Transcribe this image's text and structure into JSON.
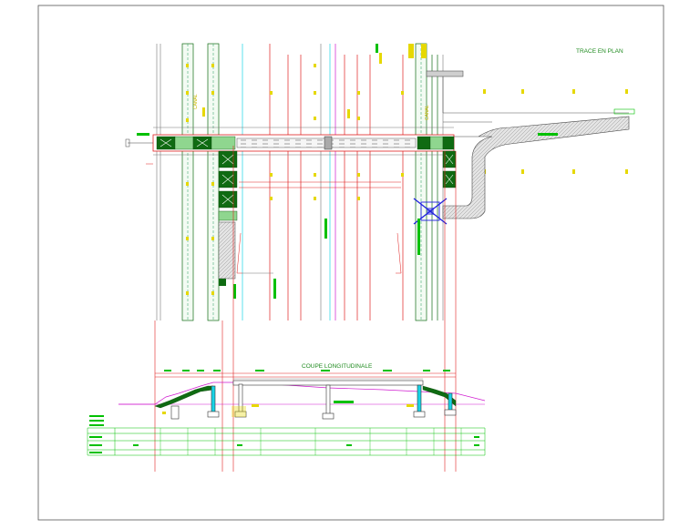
{
  "drawing": {
    "plan_title": "TRACE EN PLAN",
    "section_title": "COUPE LONGITUDINALE",
    "plan_label_left": "CANAL",
    "plan_label_right": "CANAL"
  },
  "colors": {
    "frame": "#555555",
    "red": "#e02020",
    "green": "#00c000",
    "dark_green": "#0f6b12",
    "yellow": "#e6d800",
    "cyan": "#19d3e6",
    "magenta": "#d01ad0",
    "blue": "#2020e0",
    "gray_fill": "#d9d9d9"
  }
}
